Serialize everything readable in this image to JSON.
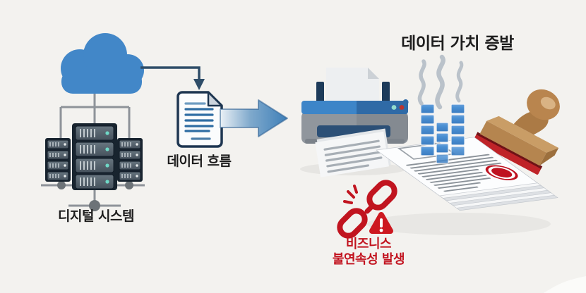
{
  "labels": {
    "digital_system": "디지털 시스템",
    "data_flow": "데이터 흐름",
    "data_value_evaporation": "데이터 가치 증발",
    "business_discontinuity_line1": "비즈니스",
    "business_discontinuity_line2": "불연속성 발생"
  },
  "icons": [
    {
      "name": "cloud-icon",
      "meaning": "digital cloud system"
    },
    {
      "name": "server-rack-icon",
      "meaning": "networked server racks (x3)"
    },
    {
      "name": "network-node-icon",
      "meaning": "network junction dots"
    },
    {
      "name": "down-arrow-icon",
      "meaning": "connector from cloud to document"
    },
    {
      "name": "document-icon",
      "meaning": "data document with text lines"
    },
    {
      "name": "flow-arrow-icon",
      "meaning": "large right-pointing data flow arrow"
    },
    {
      "name": "printer-icon",
      "meaning": "printer printing paper"
    },
    {
      "name": "steam-icon",
      "meaning": "evaporation steam wisps"
    },
    {
      "name": "data-blocks-icon",
      "meaning": "blue data blocks evaporating"
    },
    {
      "name": "stamp-icon",
      "meaning": "wooden rubber stamp"
    },
    {
      "name": "document-stack-icon",
      "meaning": "stack of printed documents with red seal"
    },
    {
      "name": "red-seal-icon",
      "meaning": "red circular seal on document"
    },
    {
      "name": "broken-chain-icon",
      "meaning": "broken chain link"
    },
    {
      "name": "warning-triangle-icon",
      "meaning": "warning triangle with exclamation mark"
    }
  ],
  "colors": {
    "background": "#f3f2ef",
    "cloud_blue": "#4287c8",
    "connector_navy": "#2e4d68",
    "connector_gray": "#8e9399",
    "server_dark": "#18242f",
    "server_unit": "#5f6d7a",
    "led_teal": "#6fd8c6",
    "document_border": "#1d3550",
    "doc_line_blue": "#2f6da3",
    "flow_arrow_blue": "#3e7fb8",
    "printer_blue_left": "#3d85c8",
    "printer_blue_right": "#2f6aa6",
    "printer_body_gray": "#90969d",
    "block_blue": "#4a8fd3",
    "steam_gray": "#b4bdc7",
    "stamp_wood": "#b5854f",
    "stamp_rubber_red": "#bf2328",
    "alert_red": "#c1141f",
    "label_black": "#1d1d1d"
  }
}
